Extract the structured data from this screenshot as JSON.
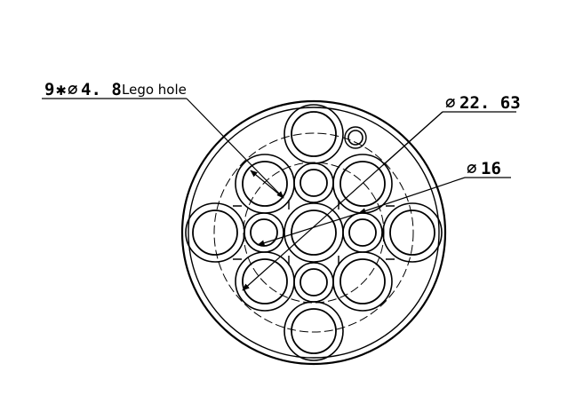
{
  "annotations": {
    "hole_count": "9",
    "times_symbol": "✱",
    "hole_diameter_symbol": "∅",
    "hole_diameter_value": "4. 8",
    "hole_note": "Lego hole",
    "outer_diameter_symbol": "∅",
    "outer_diameter_value": "22. 63",
    "pitch_diameter_symbol": "∅",
    "pitch_diameter_value": "16"
  }
}
